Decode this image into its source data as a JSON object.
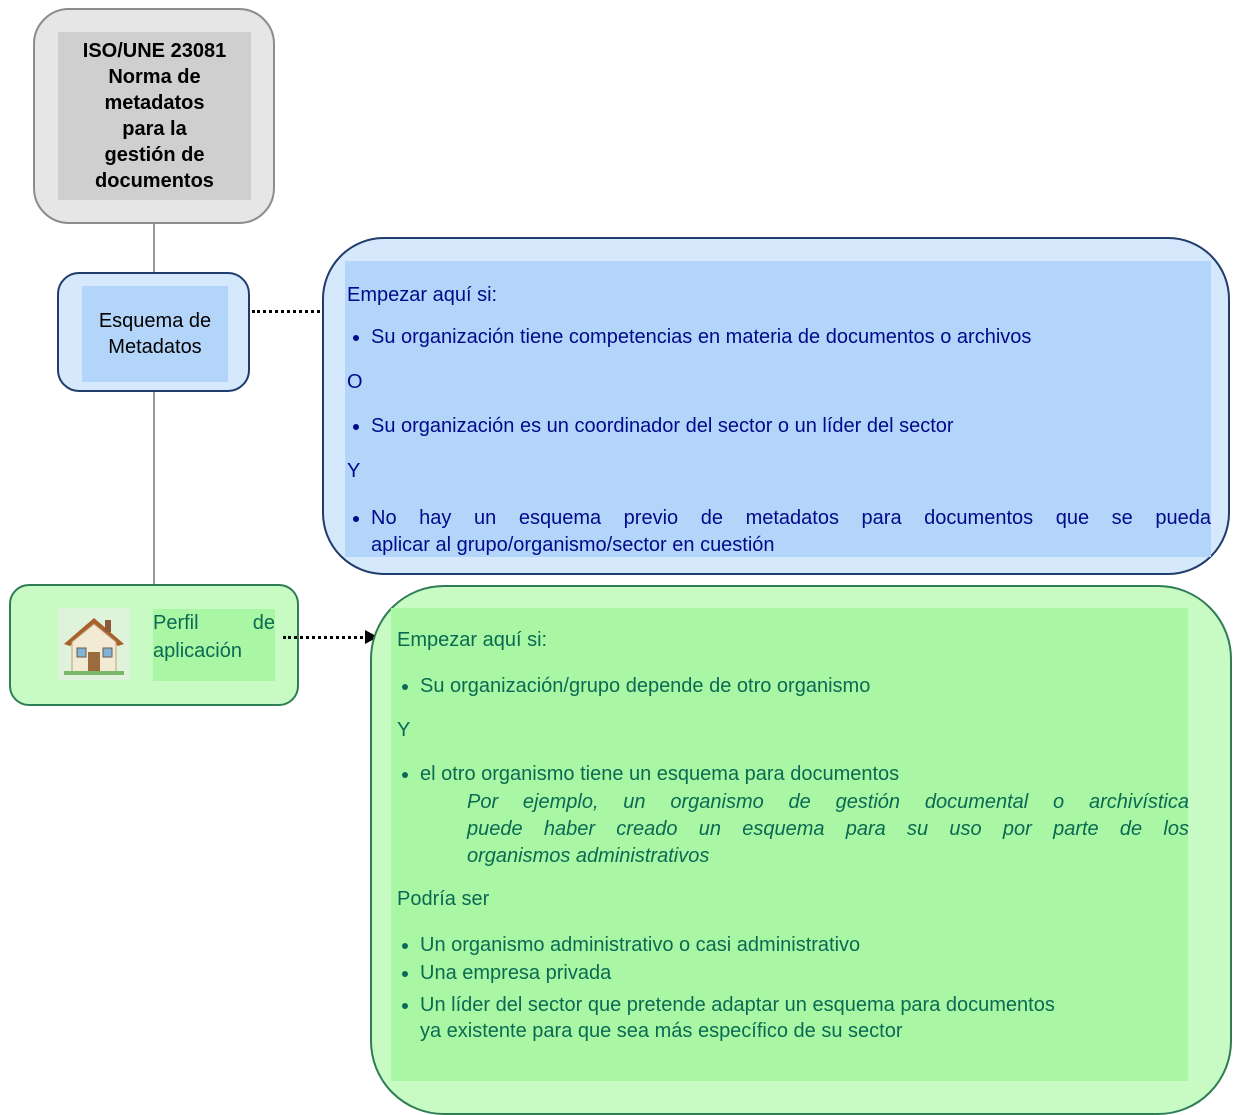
{
  "root": {
    "lines": [
      "ISO/UNE 23081",
      "Norma de",
      "metadatos",
      "para la",
      "gestión de",
      "documentos"
    ]
  },
  "schema_node": {
    "lines": [
      "Esquema de",
      "Metadatos"
    ]
  },
  "profile_node": {
    "word1": "Perfil",
    "word2": "de",
    "line2": "aplicación",
    "icon": "house-icon"
  },
  "blue_panel": {
    "heading": "Empezar aquí si:",
    "bullet1": "Su organización tiene competencias en materia de documentos o archivos",
    "connector1": "O",
    "bullet2": "Su organización es un coordinador del sector o un líder del sector",
    "connector2": "Y",
    "bullet3_line1": "No hay un esquema previo de metadatos para documentos que se pueda",
    "bullet3_line2": "aplicar al grupo/organismo/sector en cuestión"
  },
  "green_panel": {
    "heading": "Empezar aquí si:",
    "bullet1": "Su organización/grupo depende de otro organismo",
    "connector1": "Y",
    "bullet2": "el otro organismo tiene un esquema para documentos",
    "example_line1": "Por ejemplo, un organismo de gestión documental o archivística",
    "example_line2": "puede haber creado un esquema para su uso por parte de los",
    "example_line3": "organismos administrativos",
    "could_be": "Podría ser",
    "list": [
      "Un organismo administrativo o casi administrativo",
      "Una empresa privada",
      "Un líder del sector que pretende adaptar un esquema para documentos"
    ],
    "list_last_line2": "ya existente para que sea más específico de su sector"
  },
  "colors": {
    "blue_text": "#000a8a",
    "green_text": "#0a6a52",
    "blue_fill": "#b4d5fa",
    "green_fill": "#a9f7a4"
  }
}
